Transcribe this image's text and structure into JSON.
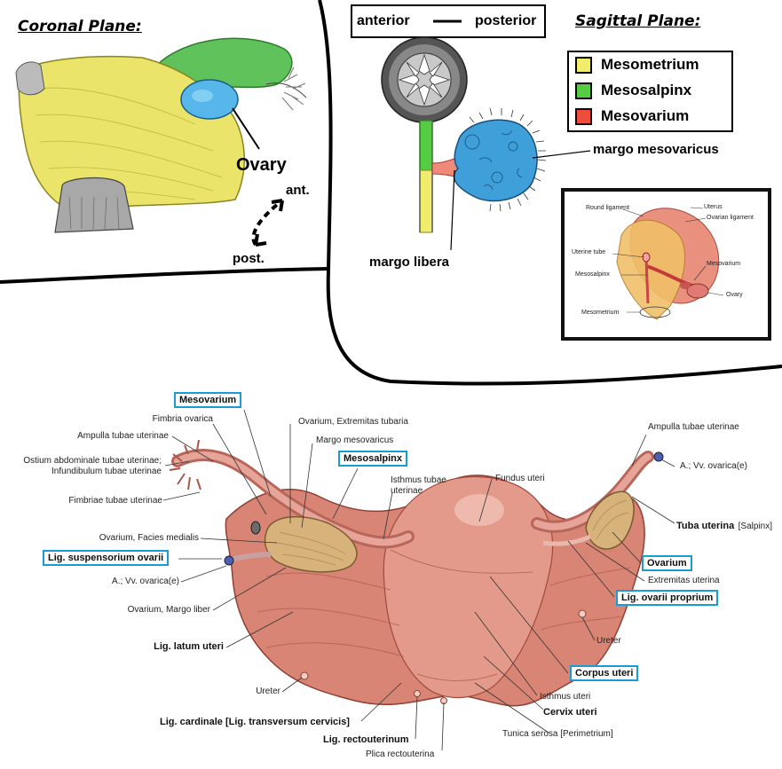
{
  "coronal": {
    "title": "Coronal Plane:",
    "ovary_label": "Ovary",
    "ant_label": "ant.",
    "post_label": "post."
  },
  "sagittal": {
    "title": "Sagittal Plane:",
    "orientation_anterior": "anterior",
    "orientation_posterior": "posterior",
    "margo_mesovaricus": "margo mesovaricus",
    "margo_libera": "margo libera",
    "legend": [
      {
        "label": "Mesometrium",
        "color": "#f2ec6c"
      },
      {
        "label": "Mesosalpinx",
        "color": "#55cc44"
      },
      {
        "label": "Mesovarium",
        "color": "#ee4c3c"
      }
    ]
  },
  "inset": {
    "labels": {
      "round_ligament": "Round ligament",
      "uterus": "Uterus",
      "ovarian_ligament": "Ovarian ligament",
      "uterine_tube": "Uterine tube",
      "mesovarium": "Mesovarium",
      "mesosalpinx": "Mesosalpinx",
      "ovary": "Ovary",
      "mesometrium": "Mesometrium"
    }
  },
  "bottom": {
    "left_labels": {
      "mesovarium": "Mesovarium",
      "fimbria_ovarica": "Fimbria ovarica",
      "ampulla_left": "Ampulla tubae uterinae",
      "ostium_1": "Ostium abdominale tubae uterinae;",
      "ostium_2": "Infundibulum tubae uterinae",
      "fimbriae": "Fimbriae tubae uterinae",
      "facies_medialis": "Ovarium, Facies medialis",
      "lig_suspensorium": "Lig. suspensorium ovarii",
      "a_vv_left": "A.; Vv. ovarica(e)",
      "margo_liber": "Ovarium, Margo liber",
      "lig_latum": "Lig. latum uteri",
      "ureter_left": "Ureter",
      "lig_cardinale": "Lig. cardinale [Lig. transversum cervicis]",
      "lig_rectouterinum": "Lig. rectouterinum",
      "plica": "Plica rectouterina"
    },
    "center_labels": {
      "extremitas_tubaria": "Ovarium, Extremitas tubaria",
      "margo_mesovaricus": "Margo mesovaricus",
      "mesosalpinx": "Mesosalpinx",
      "isthmus_1": "Isthmus tubae",
      "isthmus_2": "uterinae",
      "fundus": "Fundus uteri",
      "tunica": "Tunica serosa [Perimetrium]"
    },
    "right_labels": {
      "ampulla_right": "Ampulla tubae uterinae",
      "a_vv_right": "A.; Vv. ovarica(e)",
      "tuba_bold": "Tuba uterina",
      "tuba_rest": "[Salpinx]",
      "ovarium": "Ovarium",
      "extremitas_uterina": "Extremitas uterina",
      "lig_ovarii_proprium": "Lig. ovarii proprium",
      "ureter_right": "Ureter",
      "corpus_uteri": "Corpus uteri",
      "isthmus_uteri": "Isthmus uteri",
      "cervix_uteri": "Cervix uteri"
    }
  }
}
